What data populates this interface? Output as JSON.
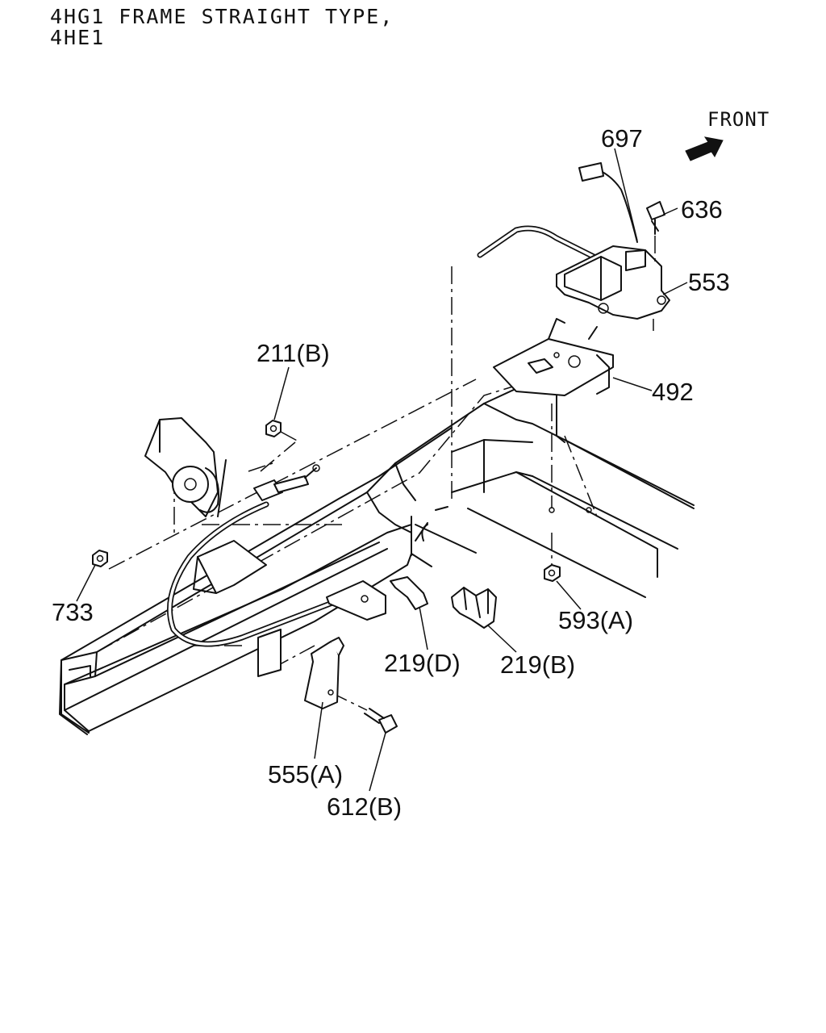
{
  "header": {
    "line1": "4HG1 FRAME STRAIGHT TYPE,",
    "line2": "4HE1"
  },
  "direction": {
    "label": "FRONT",
    "icon": "arrow-icon"
  },
  "callouts": {
    "p697": "697",
    "p636": "636",
    "p553": "553",
    "p492": "492",
    "p211b": "211(B)",
    "p733": "733",
    "p593a": "593(A)",
    "p219d": "219(D)",
    "p219b": "219(B)",
    "p555a": "555(A)",
    "p612b": "612(B)"
  }
}
